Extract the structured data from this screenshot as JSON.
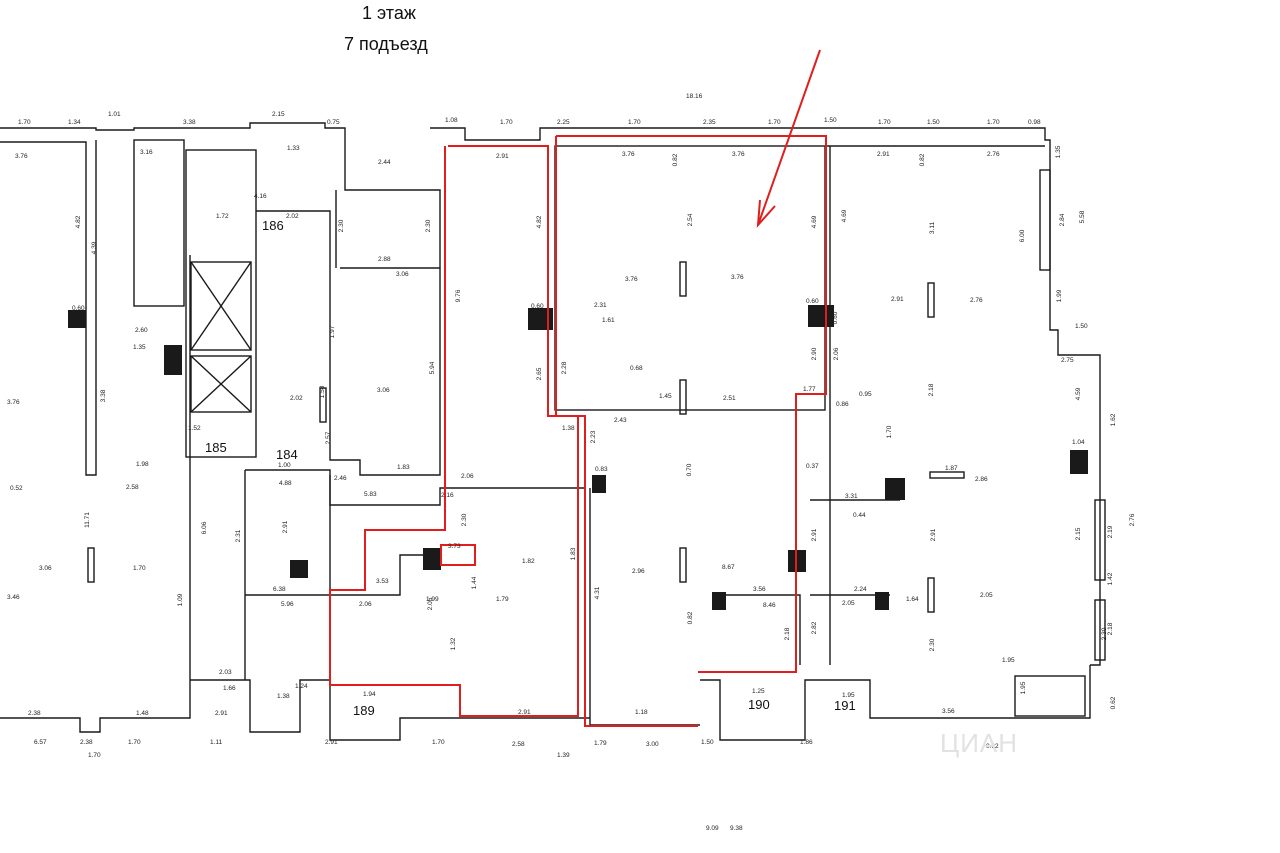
{
  "header": {
    "floor_label": "1 этаж",
    "entrance_label": "7 подъезд"
  },
  "room_numbers": [
    "186",
    "185",
    "184",
    "189",
    "190",
    "191"
  ],
  "dimensions": [
    "18.16",
    "1.70",
    "1.34",
    "3.38",
    "1.01",
    "2.15",
    "0.75",
    "1.08",
    "1.70",
    "2.25",
    "1.70",
    "2.35",
    "1.70",
    "1.50",
    "1.70",
    "1.50",
    "1.70",
    "0.98",
    "3.76",
    "3.16",
    "1.33",
    "2.44",
    "2.91",
    "3.76",
    "0.82",
    "3.76",
    "2.91",
    "0.82",
    "2.76",
    "1.35",
    "4.82",
    "4.39",
    "4.16",
    "1.72",
    "2.02",
    "2.30",
    "2.30",
    "4.82",
    "2.54",
    "4.69",
    "4.69",
    "3.11",
    "6.00",
    "2.84",
    "5.58",
    "2.88",
    "3.06",
    "9.76",
    "3.76",
    "3.76",
    "2.91",
    "2.76",
    "1.99",
    "1.50",
    "0.60",
    "0.60",
    "2.60",
    "1.35",
    "3.38",
    "1.97",
    "5.94",
    "2.31",
    "1.61",
    "0.60",
    "0.60",
    "3.76",
    "3.06",
    "2.02",
    "1.58",
    "2.65",
    "2.28",
    "0.68",
    "1.45",
    "2.51",
    "2.90",
    "2.06",
    "2.18",
    "4.59",
    "2.75",
    "1.52",
    "1.98",
    "2.58",
    "2.57",
    "1.83",
    "2.43",
    "2.23",
    "1.38",
    "1.77",
    "0.95",
    "0.86",
    "1.70",
    "1.62",
    "1.00",
    "4.88",
    "2.46",
    "2.06",
    "0.83",
    "0.70",
    "0.37",
    "3.31",
    "0.44",
    "1.87",
    "2.86",
    "1.04",
    "2.76",
    "0.52",
    "11.71",
    "5.83",
    "2.16",
    "2.30",
    "1.82",
    "1.83",
    "2.96",
    "8.67",
    "2.91",
    "2.91",
    "2.15",
    "2.19",
    "3.06",
    "1.70",
    "2.31",
    "2.91",
    "3.73",
    "3.53",
    "1.44",
    "1.79",
    "4.31",
    "3.56",
    "8.46",
    "2.24",
    "2.05",
    "1.64",
    "2.05",
    "1.42",
    "3.46",
    "1.09",
    "6.06",
    "6.38",
    "5.96",
    "2.06",
    "1.99",
    "2.05",
    "1.32",
    "0.82",
    "2.18",
    "2.82",
    "2.30",
    "2.30",
    "2.18",
    "2.03",
    "1.66",
    "1.38",
    "1.24",
    "1.94",
    "1.25",
    "1.95",
    "1.95",
    "1.95",
    "2.38",
    "1.48",
    "2.91",
    "2.91",
    "1.18",
    "3.56",
    "2.91",
    "1.86",
    "0.62",
    "0.62",
    "6.57",
    "2.38",
    "1.70",
    "1.11",
    "1.70",
    "2.58",
    "1.79",
    "3.00",
    "1.50",
    "1.70",
    "1.39",
    "9.09",
    "9.38"
  ],
  "colors": {
    "walls": "#1a1a1a",
    "highlight": "#e01e1e",
    "arrow": "#e01e1e",
    "dimension_text": "#222222"
  },
  "annotations": {
    "arrow": "red-arrow-pointer",
    "watermark": "ЦИАН"
  }
}
